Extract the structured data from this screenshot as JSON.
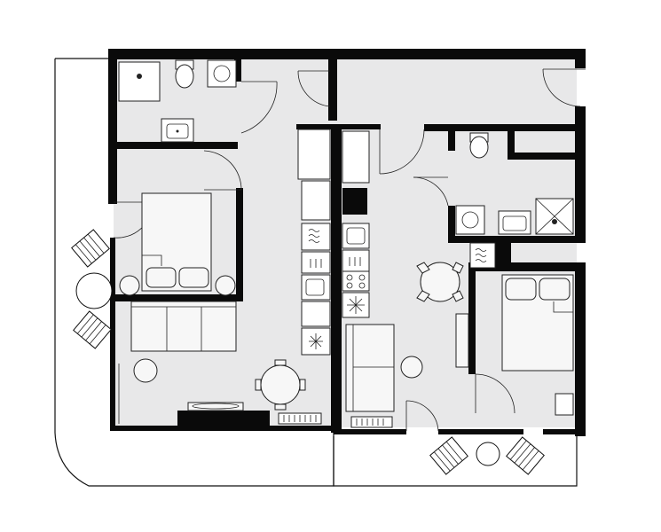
{
  "plan": {
    "type": "apartment-floor-plan",
    "bedrooms": 2,
    "bathrooms": 2,
    "balconies": 2,
    "colors": {
      "wall": "#0a0a0a",
      "floor": "#e8e8e9",
      "furniture": "#f7f7f7",
      "background": "#ffffff"
    }
  },
  "icons": [
    "shower-icon",
    "toilet-icon",
    "washing-machine-icon",
    "washbasin-icon",
    "double-bed-icon",
    "sofa-icon",
    "dining-table-icon",
    "lounge-chair-icon",
    "patio-table-icon",
    "cooktop-icon",
    "sink-icon",
    "oven-icon",
    "dishwasher-icon",
    "fridge-icon",
    "radiator-icon",
    "tv-icon"
  ]
}
